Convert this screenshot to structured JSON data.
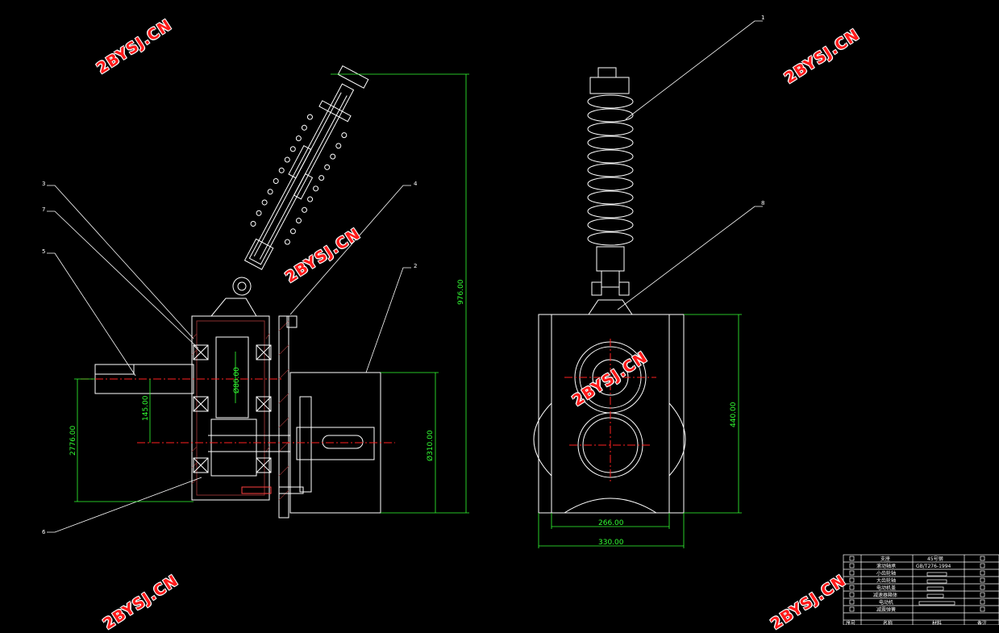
{
  "watermark": "2BYSJ.CN",
  "colors": {
    "background": "#000000",
    "outline": "#ffffff",
    "dimension": "#33ff33",
    "centerline": "#ff2020",
    "hatch": "#8a3030",
    "watermark": "#ff1a1a"
  },
  "left_view": {
    "callouts": [
      "3",
      "7",
      "5",
      "4",
      "2",
      "6"
    ],
    "dimensions": {
      "height_overall": "976.00",
      "height_motor": "2776.00",
      "offset": "145.00",
      "dia_shaft": "Ø80.00",
      "dia_body": "Ø310.00"
    }
  },
  "right_view": {
    "callouts": [
      "1",
      "8"
    ],
    "dimensions": {
      "height": "440.00",
      "width_inner": "266.00",
      "width_outer": "330.00"
    }
  },
  "title_block": {
    "rows": [
      {
        "name": "支座",
        "material": "45号钢"
      },
      {
        "name": "滚动轴承",
        "material": "GB/T276-1994"
      },
      {
        "name": "小齿轮轴",
        "material": ""
      },
      {
        "name": "大齿轮轴",
        "material": ""
      },
      {
        "name": "电动机盖",
        "material": ""
      },
      {
        "name": "减速器箱体",
        "material": ""
      },
      {
        "name": "电动机",
        "material": ""
      },
      {
        "name": "减震弹簧",
        "material": ""
      }
    ],
    "header": {
      "seq": "序号",
      "name": "名称",
      "material": "材料",
      "note": "备注"
    }
  }
}
